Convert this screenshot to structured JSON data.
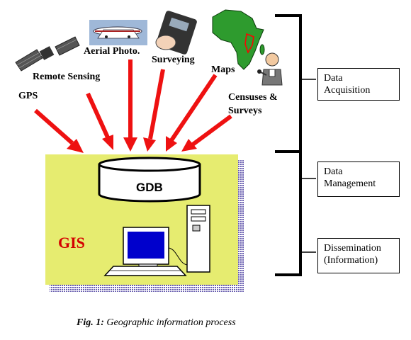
{
  "sources": {
    "gps": "GPS",
    "remote_sensing": "Remote Sensing",
    "aerial_photo": "Aerial Photo.",
    "surveying": "Surveying",
    "maps": "Maps",
    "censuses_line1": "Censuses &",
    "censuses_line2": "Surveys"
  },
  "system": {
    "gdb": "GDB",
    "gis": "GIS"
  },
  "phases": {
    "acquisition_line1": "Data",
    "acquisition_line2": "Acquisition",
    "management_line1": "Data",
    "management_line2": "Management",
    "dissemination_line1": "Dissemination",
    "dissemination_line2": "(Information)"
  },
  "caption": {
    "fig": "Fig. 1:",
    "text": "Geographic information process"
  },
  "colors": {
    "arrow": "#ee1111",
    "gis_panel": "#e6ec70",
    "panel_shadow": "#7a6fb0",
    "gis_text": "#d40000",
    "monitor_screen": "#0000cc"
  }
}
